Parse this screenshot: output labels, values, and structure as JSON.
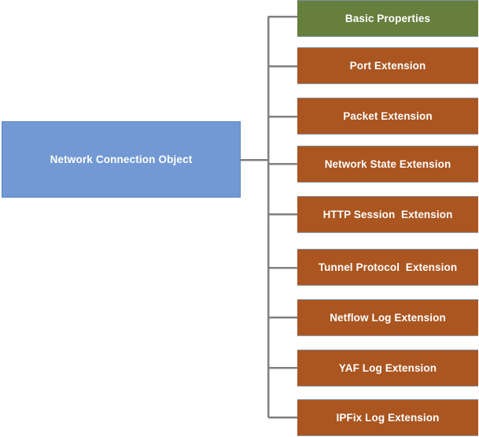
{
  "diagram": {
    "type": "tree",
    "title": "Network Connection Object",
    "background_color": "#ffffff",
    "connector_color": "#808080",
    "root": {
      "label": "Network Connection Object",
      "fill_color": "#7299d3",
      "border_color": "#5b87c0",
      "text_color": "#ffffff"
    },
    "children": [
      {
        "label": "Basic Properties",
        "fill_color": "#667f3d",
        "text_color": "#ffffff",
        "category": "basic"
      },
      {
        "label": "Port Extension",
        "fill_color": "#ab5520",
        "text_color": "#ffffff",
        "category": "extension"
      },
      {
        "label": "Packet Extension",
        "fill_color": "#ab5520",
        "text_color": "#ffffff",
        "category": "extension"
      },
      {
        "label": "Network State Extension",
        "fill_color": "#ab5520",
        "text_color": "#ffffff",
        "category": "extension"
      },
      {
        "label": "HTTP Session  Extension",
        "fill_color": "#ab5520",
        "text_color": "#ffffff",
        "category": "extension"
      },
      {
        "label": "Tunnel Protocol  Extension",
        "fill_color": "#ab5520",
        "text_color": "#ffffff",
        "category": "extension"
      },
      {
        "label": "Netflow Log Extension",
        "fill_color": "#ab5520",
        "text_color": "#ffffff",
        "category": "extension"
      },
      {
        "label": "YAF Log Extension",
        "fill_color": "#ab5520",
        "text_color": "#ffffff",
        "category": "extension"
      },
      {
        "label": "IPFix Log Extension",
        "fill_color": "#ab5520",
        "text_color": "#ffffff",
        "category": "extension"
      }
    ]
  }
}
